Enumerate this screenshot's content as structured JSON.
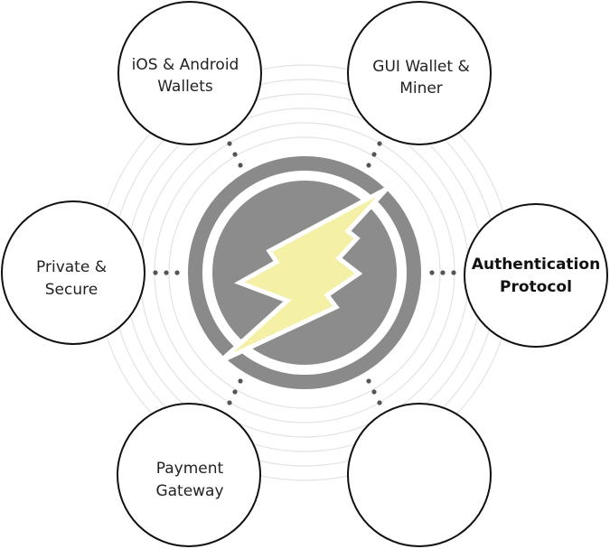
{
  "colors": {
    "ring": "#e3e3e3",
    "node_stroke": "#111111",
    "dots": "#555555",
    "logo_outer": "#8a8a8a",
    "logo_inner": "#8c8c8c",
    "bolt_fill": "#f4f0a6",
    "bolt_stroke": "#ffffff"
  },
  "center_logo": {
    "icon": "lightning-bolt-icon"
  },
  "nodes": {
    "ios_android": {
      "line1": "iOS & Android",
      "line2": "Wallets"
    },
    "gui_wallet": {
      "line1": "GUI Wallet &",
      "line2": "Miner"
    },
    "private_secure": {
      "line1": "Private &",
      "line2": "Secure"
    },
    "authentication": {
      "line1": "Authentication",
      "line2": "Protocol"
    },
    "payment_gateway": {
      "line1": "Payment",
      "line2": "Gateway"
    },
    "bottom_right": {
      "line1": "",
      "line2": ""
    }
  }
}
